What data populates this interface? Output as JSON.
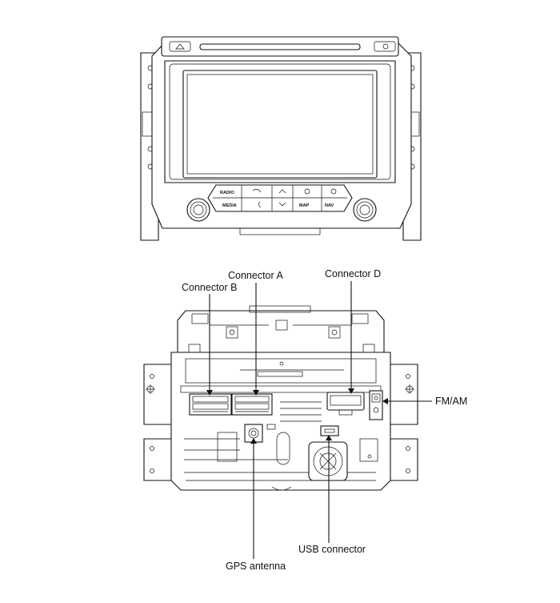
{
  "front_view": {
    "buttons": {
      "radio": "RADIO",
      "media": "MEDIA",
      "map": "MAP",
      "nav": "NAV"
    }
  },
  "rear_view": {
    "callouts": {
      "connector_b": "Connector B",
      "connector_a": "Connector A",
      "connector_d": "Connector D",
      "fm_am": "FM/AM",
      "gps_antenna": "GPS antenna",
      "usb_connector": "USB connector"
    }
  }
}
